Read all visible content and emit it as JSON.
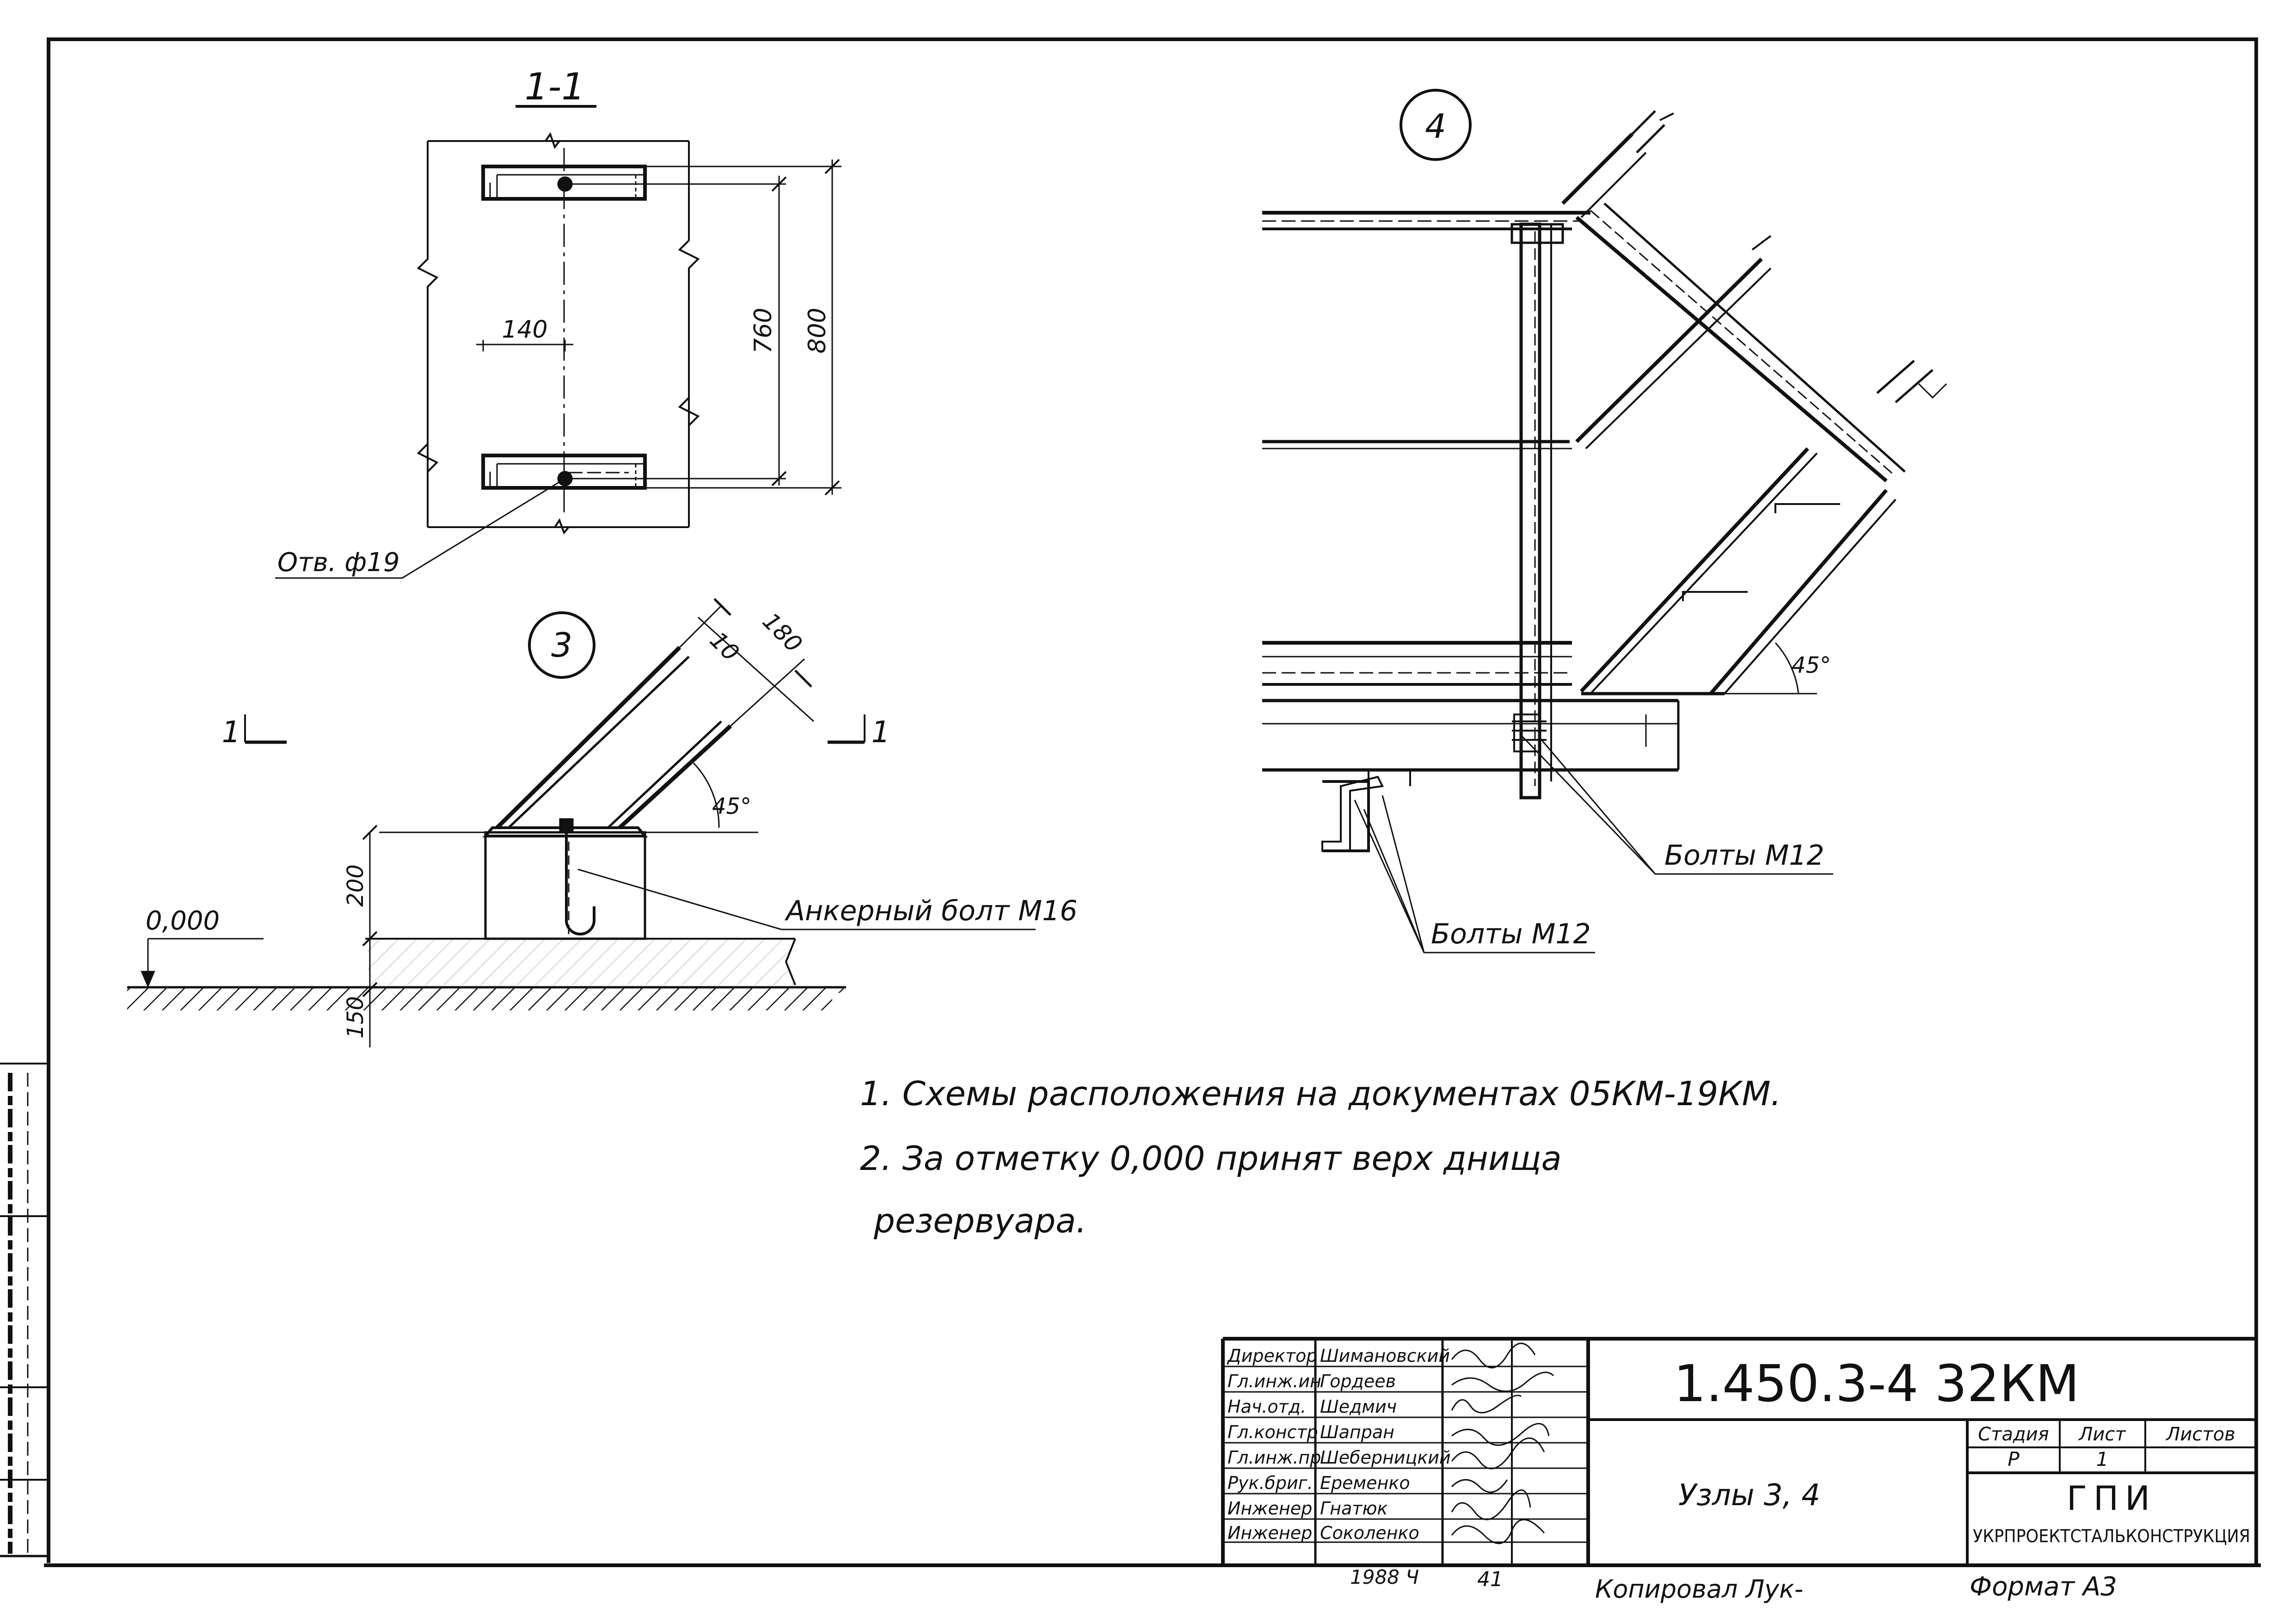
{
  "section_1_1": {
    "title": "1-1",
    "dim_140": "140",
    "dim_760": "760",
    "dim_800": "800",
    "hole_label": "Отв. ф19"
  },
  "node_3": {
    "marker": "3",
    "dim_10": "10",
    "dim_180": "180",
    "angle": "45°",
    "dim_200": "200",
    "dim_150": "150",
    "elevation": "0,000",
    "anchor_label": "Анкерный болт М16",
    "cut_left": "1",
    "cut_right": "1"
  },
  "node_4": {
    "marker": "4",
    "angle": "45°",
    "bolts_1": "Болты М12",
    "bolts_2": "Болты М12"
  },
  "notes": {
    "line1": "1. Схемы расположения на документах 05КМ-19КМ.",
    "line2": "2. За отметку 0,000 принят верх днища",
    "line3": "резервуара."
  },
  "title_block": {
    "code": "1.450.3-4 32КМ",
    "sheet_title": "Узлы 3, 4",
    "head_stage": "Стадия",
    "head_sheet": "Лист",
    "head_sheets": "Листов",
    "stage": "Р",
    "sheet_no": "1",
    "company_short": "ГПИ",
    "company_full": "УКРПРОЕКТСТАЛЬКОНСТРУКЦИЯ",
    "year": "1988 Ч",
    "code_41": "41",
    "copied": "Копировал Лук-",
    "format": "Формат А3",
    "staff": [
      {
        "role": "Директор",
        "name": "Шимановский"
      },
      {
        "role": "Гл.инж.ин",
        "name": "Гордеев"
      },
      {
        "role": "Нач.отд.",
        "name": "Шедмич"
      },
      {
        "role": "Гл.констр",
        "name": "Шапран"
      },
      {
        "role": "Гл.инж.пр",
        "name": "Шеберницкий"
      },
      {
        "role": "Рук.бриг.",
        "name": "Еременко"
      },
      {
        "role": "Инженер",
        "name": "Гнатюк"
      },
      {
        "role": "Инженер",
        "name": "Соколенко"
      }
    ]
  }
}
